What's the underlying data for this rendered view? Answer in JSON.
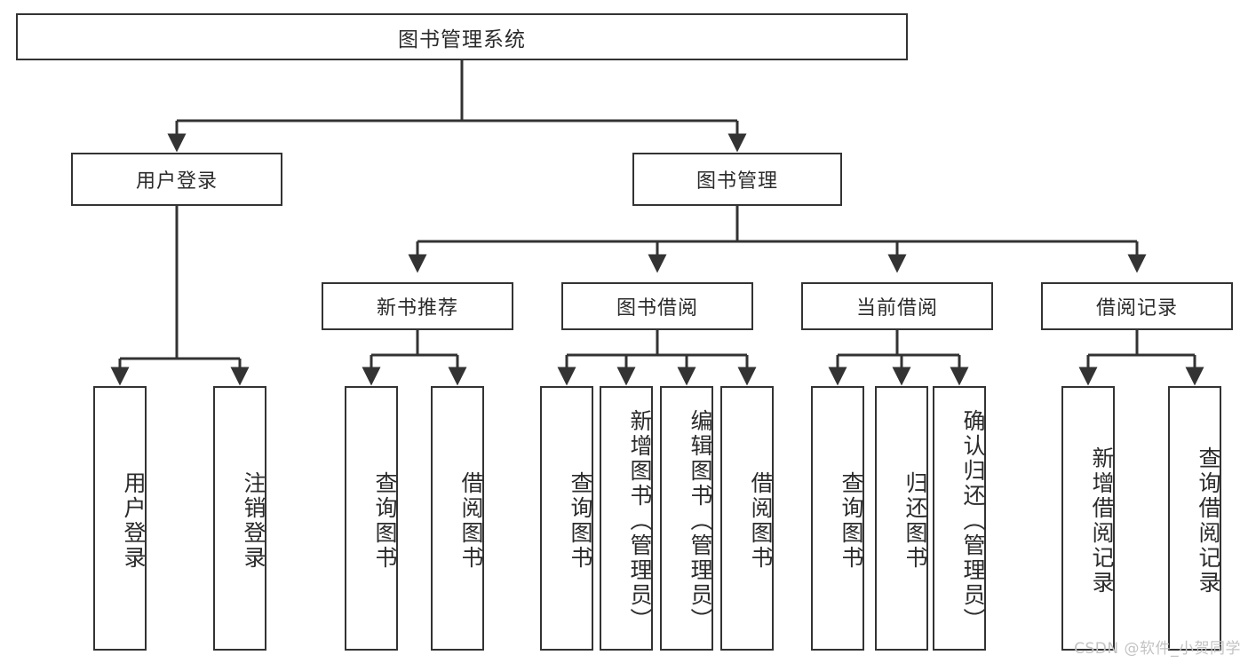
{
  "diagram": {
    "title_node": {
      "label": "图书管理系统"
    },
    "level2": [
      {
        "id": "user-login",
        "label": "用户登录"
      },
      {
        "id": "book-management",
        "label": "图书管理"
      }
    ],
    "level3": [
      {
        "id": "new-book-recommend",
        "label": "新书推荐"
      },
      {
        "id": "book-borrow",
        "label": "图书借阅"
      },
      {
        "id": "current-borrow",
        "label": "当前借阅"
      },
      {
        "id": "borrow-record",
        "label": "借阅记录"
      }
    ],
    "leaves": {
      "user_login": [
        {
          "id": "leaf-user-login",
          "label": "用户登录"
        },
        {
          "id": "leaf-logout-login",
          "label": "注销登录"
        }
      ],
      "new_book_recommend": [
        {
          "id": "leaf-query-book-1",
          "label": "查询图书"
        },
        {
          "id": "leaf-borrow-book-1",
          "label": "借阅图书"
        }
      ],
      "book_borrow": [
        {
          "id": "leaf-query-book-2",
          "label": "查询图书"
        },
        {
          "id": "leaf-add-book",
          "label": "新增图书（管理员）"
        },
        {
          "id": "leaf-edit-book",
          "label": "编辑图书（管理员）"
        },
        {
          "id": "leaf-borrow-book-2",
          "label": "借阅图书"
        }
      ],
      "current_borrow": [
        {
          "id": "leaf-query-book-3",
          "label": "查询图书"
        },
        {
          "id": "leaf-return-book",
          "label": "归还图书"
        },
        {
          "id": "leaf-confirm-return",
          "label": "确认归还（管理员）"
        }
      ],
      "borrow_record": [
        {
          "id": "leaf-add-record",
          "label": "新增借阅记录"
        },
        {
          "id": "leaf-query-record",
          "label": "查询借阅记录"
        }
      ]
    }
  },
  "watermark": {
    "text": "CSDN @软件_小贺同学"
  },
  "colors": {
    "background": "#ffffff",
    "node_border": "#333333",
    "node_fill": "#ffffff",
    "text": "#2b2b2b",
    "edge": "#333333",
    "watermark": "#c3c3c3"
  }
}
